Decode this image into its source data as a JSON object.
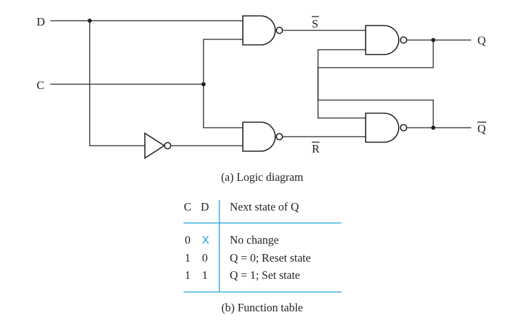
{
  "inputs": {
    "d": "D",
    "c": "C"
  },
  "signals": {
    "s_bar": "S",
    "r_bar": "R"
  },
  "outputs": {
    "q": "Q",
    "q_bar": "Q"
  },
  "captions": {
    "a": "(a) Logic diagram",
    "b": "(b) Function table"
  },
  "function_table": {
    "headers": {
      "c": "C",
      "d": "D",
      "next": "Next state of Q"
    },
    "rows": [
      {
        "c": "0",
        "d": "X",
        "next": "No change"
      },
      {
        "c": "1",
        "d": "0",
        "next": "Q = 0; Reset state"
      },
      {
        "c": "1",
        "d": "1",
        "next": "Q = 1; Set state"
      }
    ]
  },
  "colors": {
    "ink": "#231f20",
    "accent": "#1a9fdb"
  }
}
